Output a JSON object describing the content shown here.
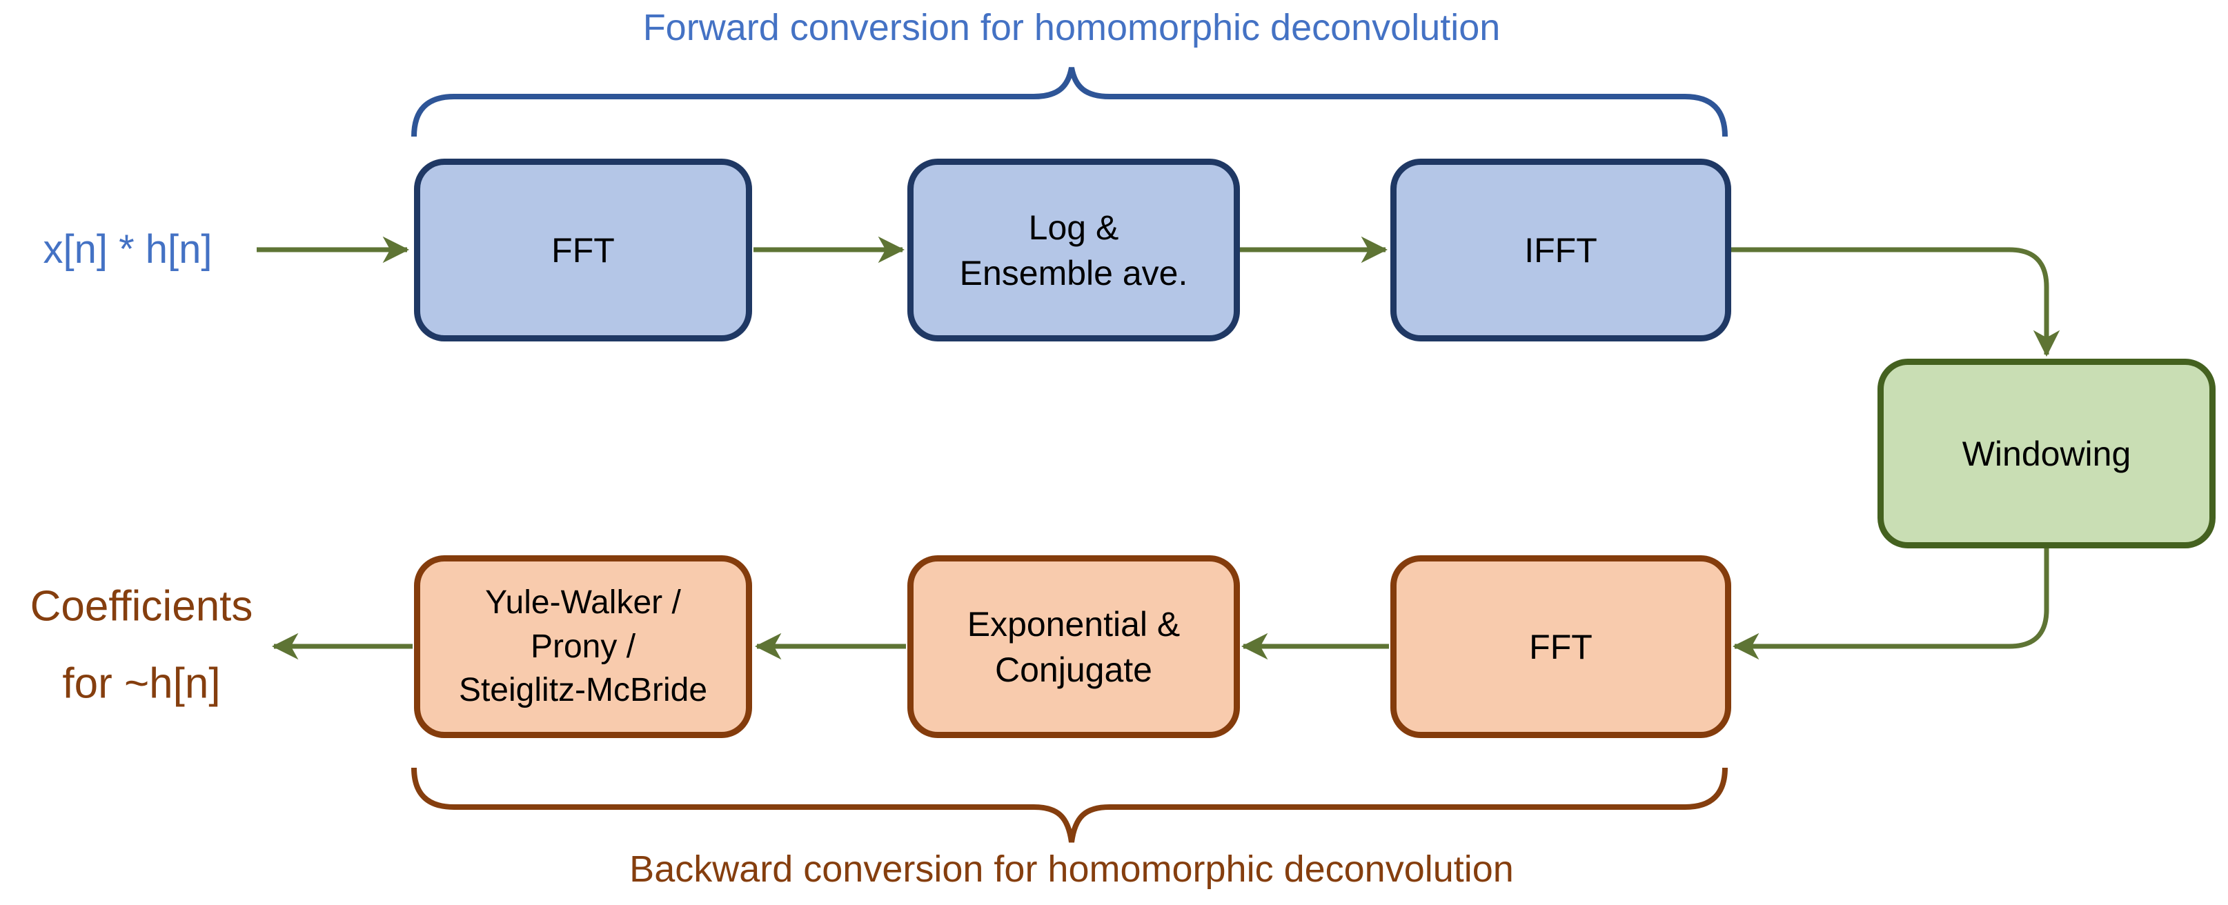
{
  "titles": {
    "forward": "Forward conversion for homomorphic deconvolution",
    "backward": "Backward conversion for homomorphic deconvolution"
  },
  "labels": {
    "input": "x[n] * h[n]",
    "output": "Coefficients\nfor ~h[n]"
  },
  "boxes": {
    "fft_forward": "FFT",
    "log_ensemble": "Log &\nEnsemble ave.",
    "ifft": "IFFT",
    "windowing": "Windowing",
    "fft_backward": "FFT",
    "exp_conjugate": "Exponential &\nConjugate",
    "estimators": "Yule-Walker /\nProny /\nSteiglitz-McBride"
  },
  "colors": {
    "blue-fill": "#b4c6e7",
    "blue-border": "#1f3864",
    "orange-fill": "#f8cbad",
    "orange-border": "#843c0c",
    "green-fill": "#c9deb4",
    "green-border": "#44611f",
    "arrow": "#5e7434",
    "title-blue": "#4472c4",
    "brace-blue": "#2e5597",
    "brown": "#853e0e"
  }
}
